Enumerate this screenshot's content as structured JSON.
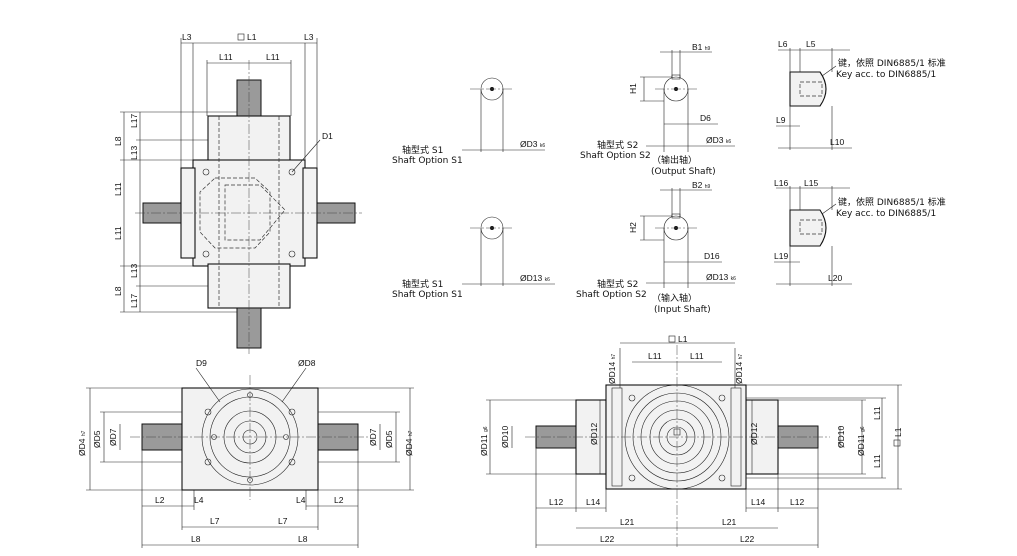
{
  "labels": {
    "L1": "L1",
    "L2": "L2",
    "L3": "L3",
    "L4": "L4",
    "L5": "L5",
    "L6": "L6",
    "L7": "L7",
    "L8": "L8",
    "L9": "L9",
    "L10": "L10",
    "L11": "L11",
    "L12": "L12",
    "L13": "L13",
    "L14": "L14",
    "L15": "L15",
    "L16": "L16",
    "L17": "L17",
    "L19": "L19",
    "L20": "L20",
    "L21": "L21",
    "L22": "L22",
    "D1": "D1",
    "D9": "D9",
    "D8": "ØD8",
    "D6": "D6",
    "D16": "D16",
    "D3": "ØD3",
    "D13": "ØD13",
    "D4": "ØD4",
    "D5": "ØD5",
    "D7": "ØD7",
    "D10": "ØD10",
    "D11": "ØD11",
    "D12": "ØD12",
    "D14": "ØD14",
    "B1": "B1",
    "B2": "B2",
    "H1": "H1",
    "H2": "H2",
    "tol_h9": "h9",
    "tol_k6": "k6",
    "tol_h7": "h7",
    "tol_g6": "g6"
  },
  "captions": {
    "s1_cn": "轴型式 S1",
    "s1_en": "Shaft Option S1",
    "s2_cn": "轴型式 S2",
    "s2_en": "Shaft Option S2",
    "output_cn": "（输出轴）",
    "output_en": "(Output Shaft)",
    "input_cn": "（输入轴）",
    "input_en": "(Input Shaft)",
    "key_cn": "键，依照 DIN6885/1 标准",
    "key_en": "Key acc. to DIN6885/1"
  }
}
